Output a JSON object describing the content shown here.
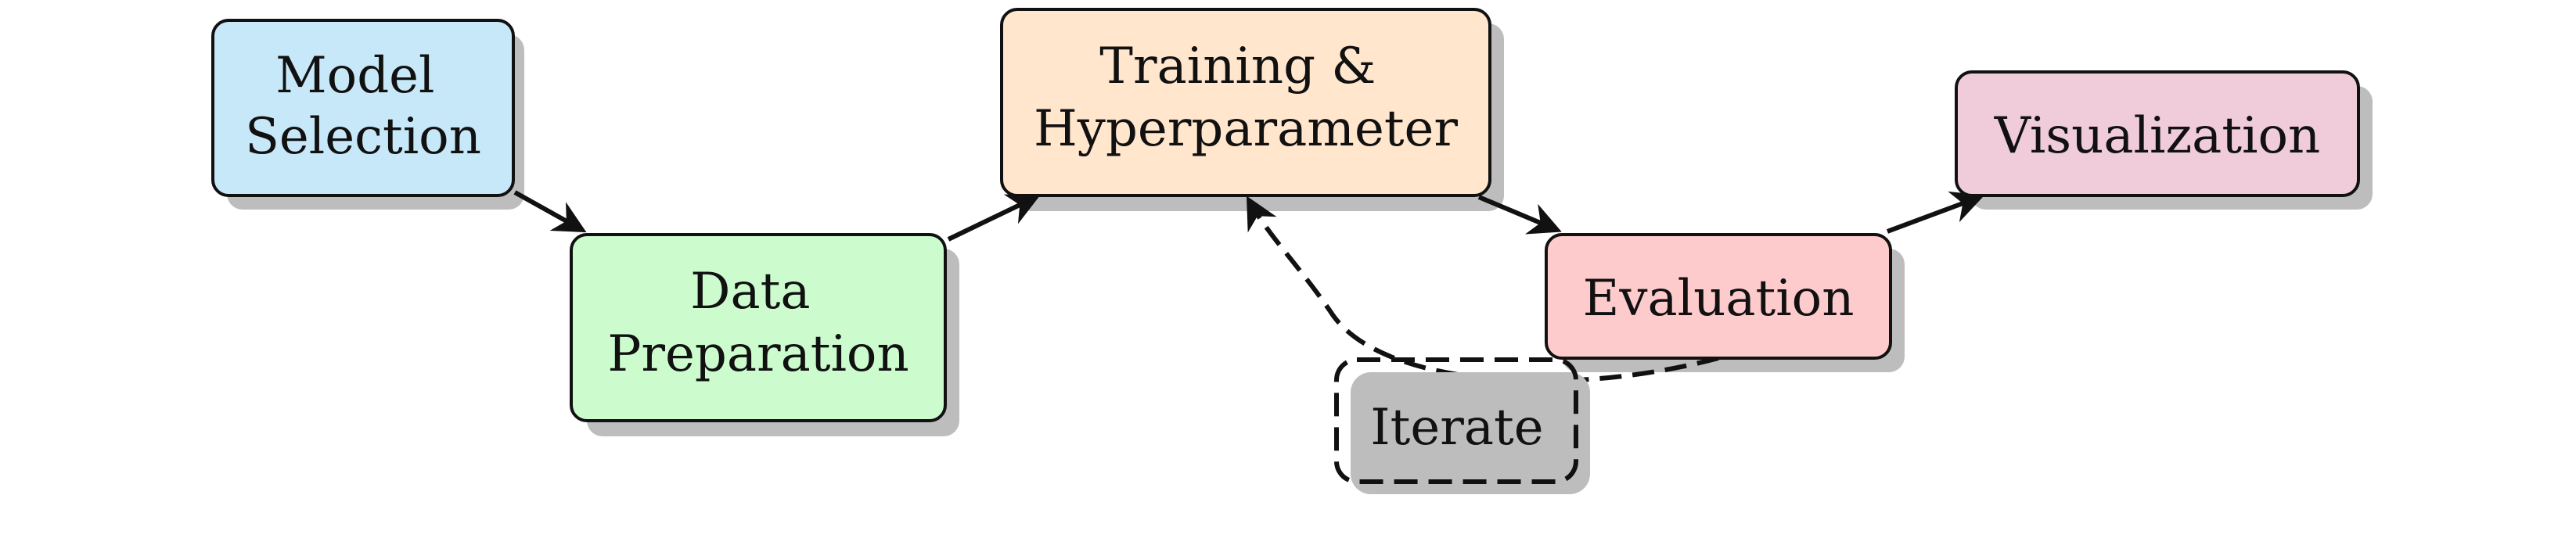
{
  "diagram": {
    "nodes": [
      {
        "id": "model-selection",
        "lines": [
          "Model",
          "Selection"
        ],
        "fill": "#c7e8f8"
      },
      {
        "id": "data-preparation",
        "lines": [
          "Data",
          "Preparation"
        ],
        "fill": "#ccfcce"
      },
      {
        "id": "training-hyperparameter",
        "lines": [
          "Training &",
          "Hyperparameter"
        ],
        "fill": "#ffe6cd"
      },
      {
        "id": "evaluation",
        "lines": [
          "Evaluation"
        ],
        "fill": "#fecbcd"
      },
      {
        "id": "visualization",
        "lines": [
          "Visualization"
        ],
        "fill": "#f0cbd9"
      },
      {
        "id": "iterate",
        "lines": [
          "Iterate"
        ],
        "fill": "#bdbdbd"
      }
    ],
    "colors": {
      "stroke": "#111111",
      "shadow": "#bdbdbd",
      "background": "#ffffff"
    },
    "edges": [
      {
        "from": "model-selection",
        "to": "data-preparation",
        "style": "solid"
      },
      {
        "from": "data-preparation",
        "to": "training-hyperparameter",
        "style": "solid"
      },
      {
        "from": "training-hyperparameter",
        "to": "evaluation",
        "style": "solid"
      },
      {
        "from": "evaluation",
        "to": "visualization",
        "style": "solid"
      },
      {
        "from": "evaluation",
        "to": "training-hyperparameter",
        "style": "dashed"
      }
    ]
  }
}
